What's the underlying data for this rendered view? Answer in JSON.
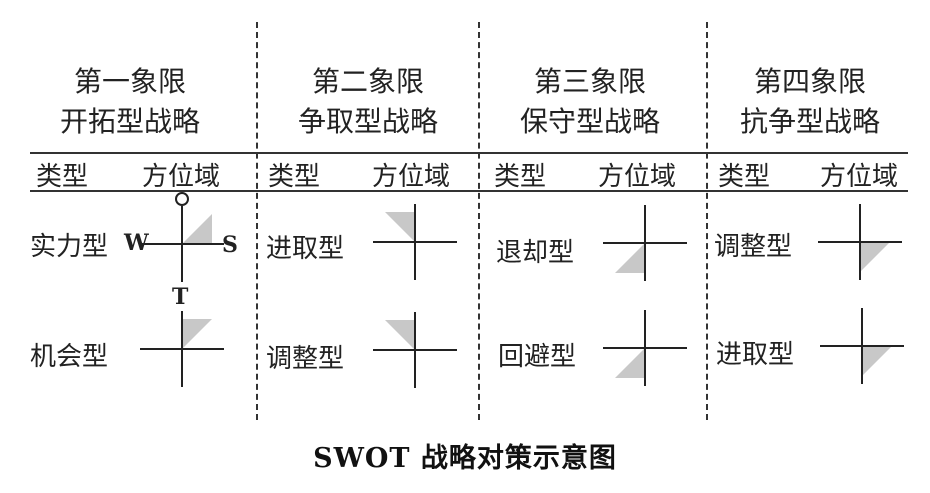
{
  "title": "SWOT 战略对策示意图",
  "columns": [
    {
      "quadrant": "第一象限",
      "strategy": "开拓型战略",
      "type_header": "类型",
      "domain_header": "方位域",
      "rows": [
        {
          "label": "实力型",
          "shaded": "top-right"
        },
        {
          "label": "机会型",
          "shaded": "top-right"
        }
      ]
    },
    {
      "quadrant": "第二象限",
      "strategy": "争取型战略",
      "type_header": "类型",
      "domain_header": "方位域",
      "rows": [
        {
          "label": "进取型",
          "shaded": "top-left"
        },
        {
          "label": "调整型",
          "shaded": "top-left"
        }
      ]
    },
    {
      "quadrant": "第三象限",
      "strategy": "保守型战略",
      "type_header": "类型",
      "domain_header": "方位域",
      "rows": [
        {
          "label": "退却型",
          "shaded": "bottom-left"
        },
        {
          "label": "回避型",
          "shaded": "bottom-left"
        }
      ]
    },
    {
      "quadrant": "第四象限",
      "strategy": "抗争型战略",
      "type_header": "类型",
      "domain_header": "方位域",
      "rows": [
        {
          "label": "调整型",
          "shaded": "bottom-right"
        },
        {
          "label": "进取型",
          "shaded": "bottom-right"
        }
      ]
    }
  ],
  "axes": {
    "left": "W",
    "right": "S",
    "bottom": "T"
  },
  "colors": {
    "shade": "#c8c8c8",
    "line": "#222222",
    "text": "#222222"
  }
}
